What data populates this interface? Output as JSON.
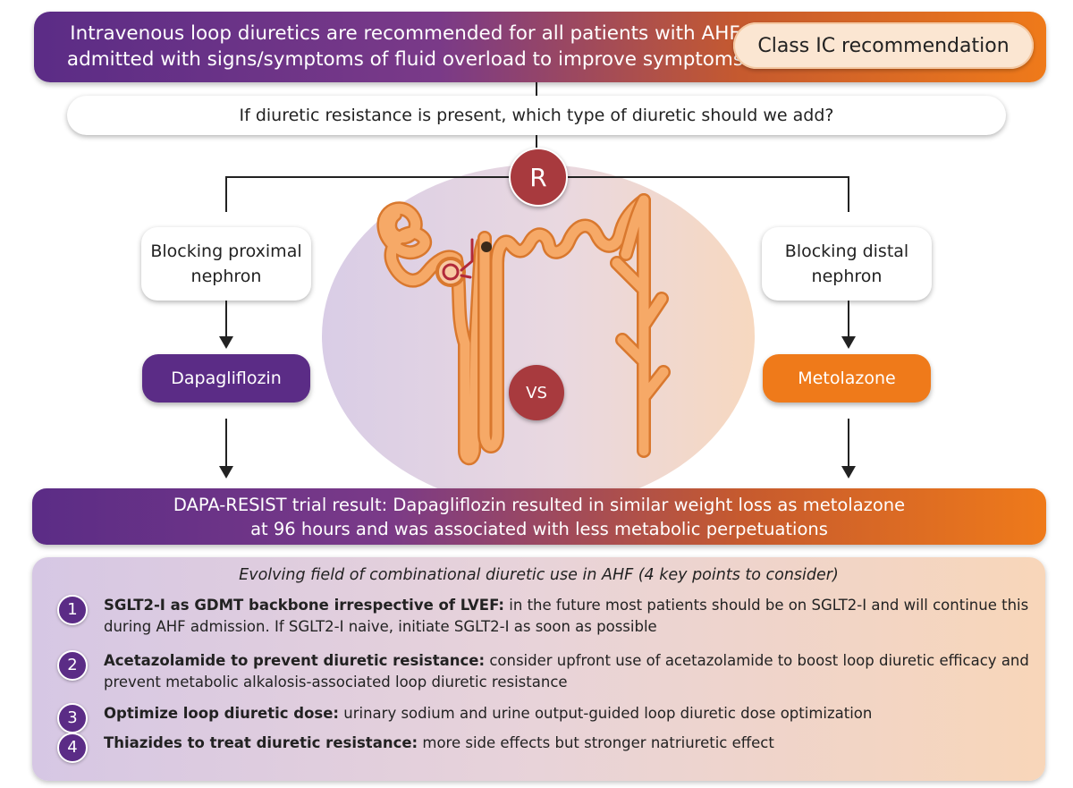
{
  "top_banner": {
    "line1": "Intravenous loop diuretics are recommended for all patients with AHF",
    "line2": "admitted with signs/symptoms of fluid overload to improve symptoms",
    "badge": "Class IC recommendation"
  },
  "question": "If diuretic resistance is present, which type of diuretic should we add?",
  "randomize_label": "R",
  "versus_label": "VS",
  "left_branch": {
    "line1": "Blocking proximal",
    "line2": "nephron",
    "drug": "Dapagliflozin"
  },
  "right_branch": {
    "line1": "Blocking distal",
    "line2": "nephron",
    "drug": "Metolazone"
  },
  "result": {
    "line1": "DAPA-RESIST trial result: Dapagliflozin resulted in similar weight loss as metolazone",
    "line2": "at 96 hours and was associated with less metabolic perpetuations"
  },
  "points": {
    "title": "Evolving field of combinational diuretic use in AHF (4 key points to consider)",
    "items": [
      {
        "num": "1",
        "bold": "SGLT2-I as GDMT backbone irrespective of LVEF:",
        "text": " in the future most patients should be on SGLT2-I and will continue this during AHF admission. If SGLT2-I naive, initiate SGLT2-I as soon as possible"
      },
      {
        "num": "2",
        "bold": "Acetazolamide to prevent diuretic resistance:",
        "text": " consider upfront use of acetazolamide to boost loop diuretic efficacy and prevent metabolic alkalosis-associated loop diuretic resistance"
      },
      {
        "num": "3",
        "bold": "Optimize loop diuretic dose:",
        "text": " urinary sodium and urine output-guided loop diuretic dose optimization"
      },
      {
        "num": "4",
        "bold": "Thiazides to treat diuretic resistance:",
        "text": " more side effects but stronger natriuretic effect"
      }
    ]
  },
  "colors": {
    "purple": "#5b2c86",
    "orange": "#ef7a1a",
    "maroon": "#a83a3e",
    "nephron": "#f4a060"
  }
}
